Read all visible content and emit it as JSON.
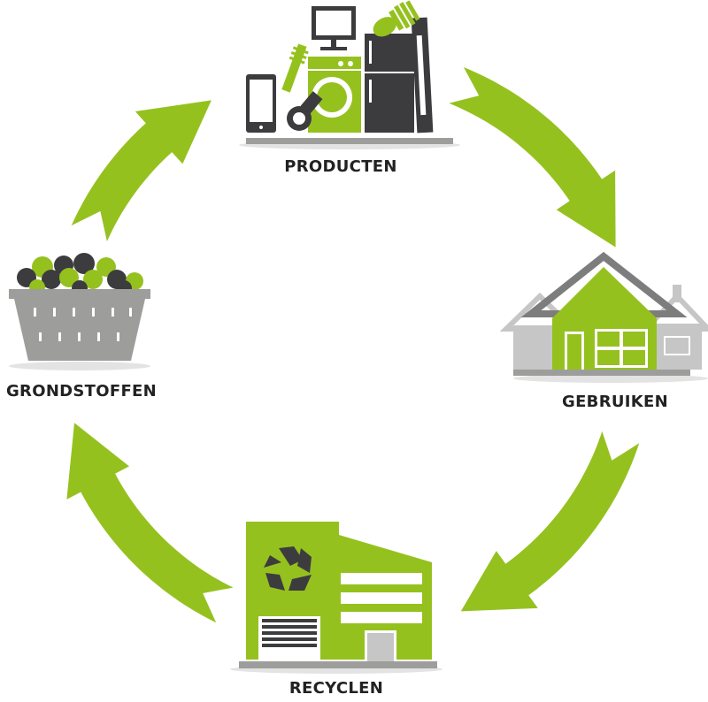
{
  "title": "Circulaire economie",
  "stages": [
    {
      "label": "PRODUCTEN",
      "icon": "appliances-icon"
    },
    {
      "label": "GEBRUIKEN",
      "icon": "houses-icon"
    },
    {
      "label": "RECYCLEN",
      "icon": "recycling-factory-icon"
    },
    {
      "label": "GRONDSTOFFEN",
      "icon": "basket-icon"
    }
  ],
  "colors": {
    "green": "#95c11f",
    "dark": "#3c3c3e",
    "gray": "#9d9d9c",
    "light_gray": "#c6c6c6"
  }
}
